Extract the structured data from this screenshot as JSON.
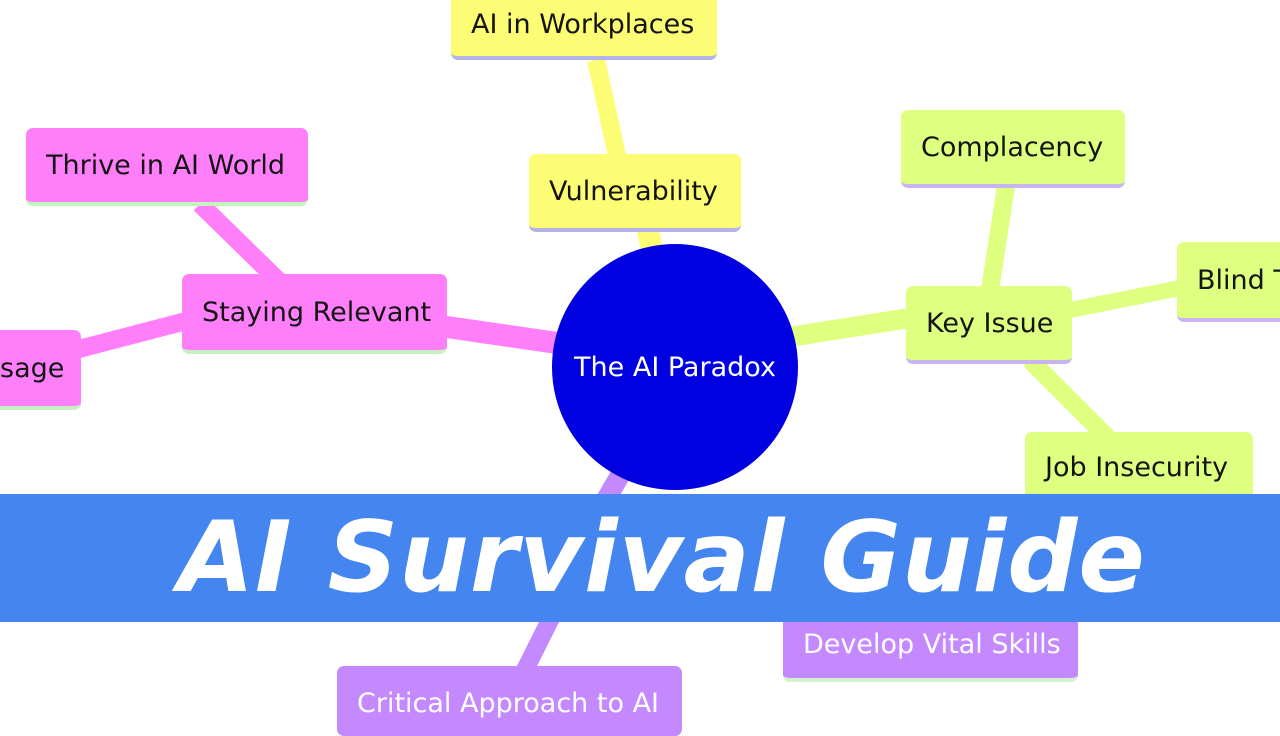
{
  "diagram": {
    "center": "The AI Paradox",
    "branches": [
      {
        "id": "vulnerability",
        "label": "Vulnerability",
        "color": "#fcfc75",
        "children": [
          {
            "id": "ai-workplaces",
            "label": "AI in Workplaces"
          }
        ]
      },
      {
        "id": "key-issue",
        "label": "Key Issue",
        "color": "#deff80",
        "children": [
          {
            "id": "complacency",
            "label": "Complacency"
          },
          {
            "id": "blind-trust",
            "label": "Blind T"
          },
          {
            "id": "job-insecurity",
            "label": "Job Insecurity"
          }
        ]
      },
      {
        "id": "staying-relevant",
        "label": "Staying Relevant",
        "color": "#ff7ffb",
        "children": [
          {
            "id": "thrive",
            "label": "Thrive in AI World"
          },
          {
            "id": "usage",
            "label": "sage"
          }
        ]
      },
      {
        "id": "critical-branch",
        "label": "",
        "color": "#c589ff",
        "children": [
          {
            "id": "develop-skills",
            "label": "Develop Vital Skills"
          },
          {
            "id": "critical-approach",
            "label": "Critical Approach to AI"
          }
        ]
      }
    ]
  },
  "banner": {
    "title": "AI Survival Guide",
    "color": "#4485f0"
  }
}
